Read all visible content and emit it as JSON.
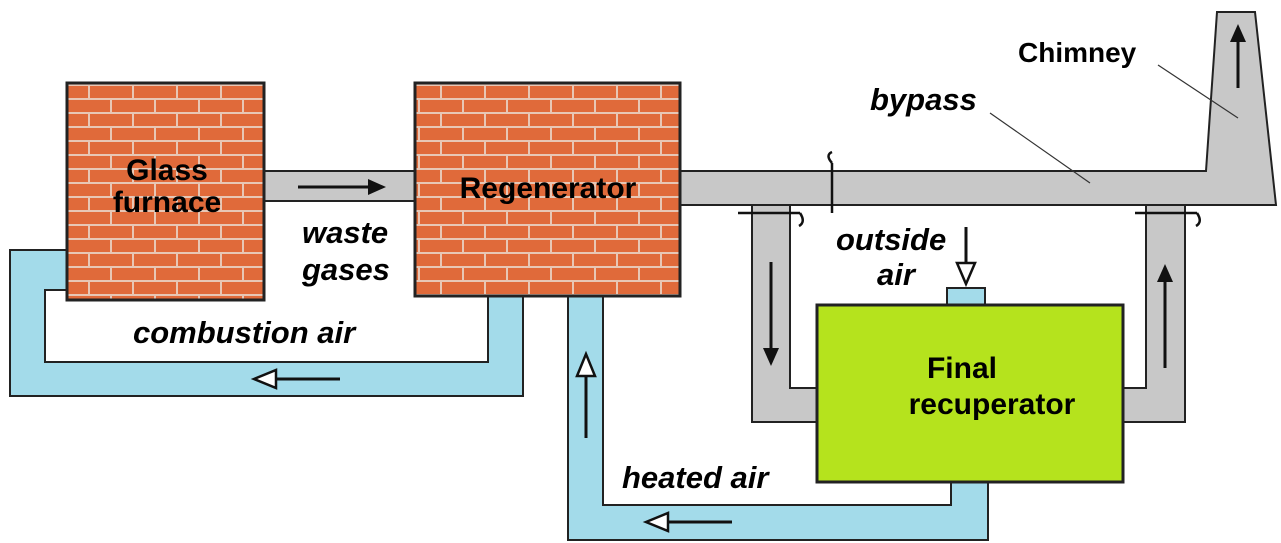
{
  "labels": {
    "glass_furnace": [
      "Glass",
      "furnace"
    ],
    "regenerator": "Regenerator",
    "final_recuperator": [
      "Final",
      "recuperator"
    ],
    "chimney": "Chimney",
    "bypass": "bypass",
    "waste_gases": [
      "waste",
      "gases"
    ],
    "outside_air": [
      "outside",
      "air"
    ],
    "combustion_air": "combustion air",
    "heated_air": "heated air"
  },
  "colors": {
    "brick": "#e06a3a",
    "mortar": "#e8c7b5",
    "gas_duct": "#c8c8c8",
    "air_duct": "#a3dbea",
    "recuperator": "#b5e31d",
    "outline": "#222222"
  }
}
